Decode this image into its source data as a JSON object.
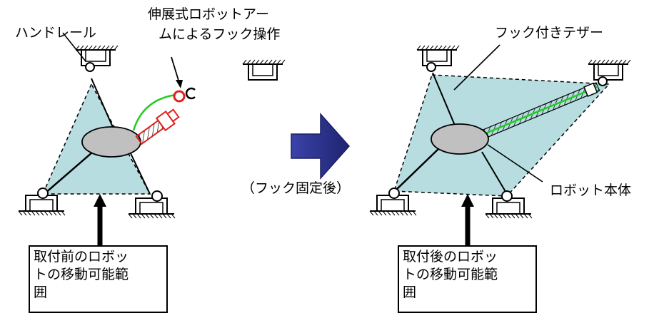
{
  "labels": {
    "handrail": "ハンドレール",
    "arm_line1": "伸展式ロボットアー",
    "arm_line2": "ムによるフック操作",
    "tether": "フック付きテザー",
    "hook_fixed": "（フック固定後）",
    "robot_body": "ロボット本体"
  },
  "boxes": {
    "before": [
      "取付前のロボッ",
      "トの移動可能範",
      "囲"
    ],
    "after": [
      "取付後のロボッ",
      "トの移動可能範",
      "囲"
    ]
  },
  "colors": {
    "region_fill": "#b7dde0",
    "body_fill": "#c0c0c0",
    "arrow_fill": "#2c3290",
    "arm_red": "#e0201c",
    "tether_green": "#22cc22"
  }
}
